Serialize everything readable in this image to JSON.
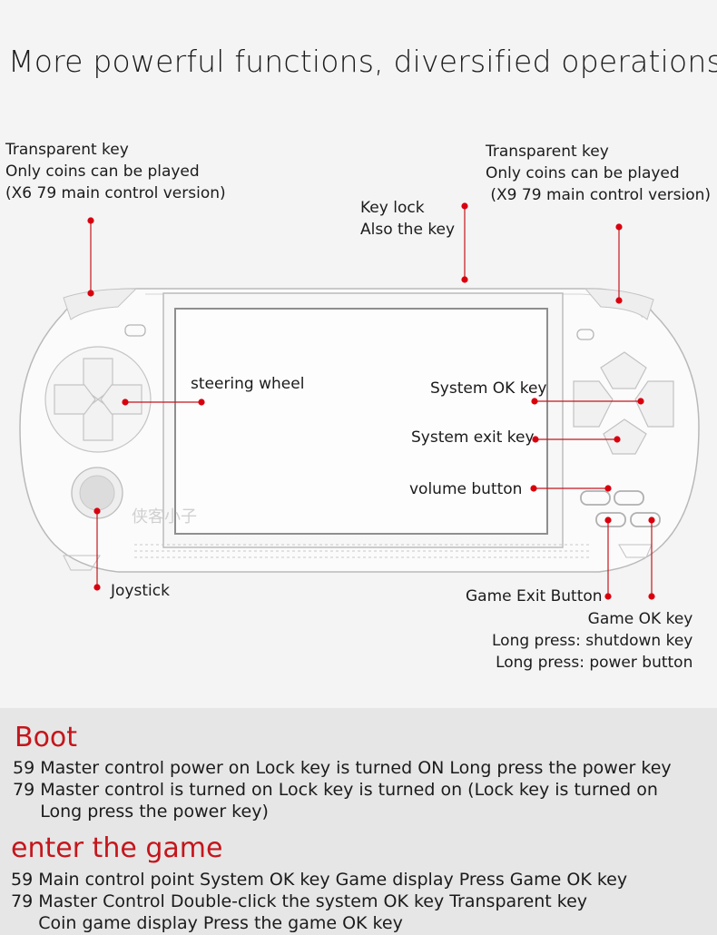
{
  "title": "More powerful functions, diversified operations",
  "labels": {
    "transparent_key_left": "Transparent key\nOnly coins can be played\n(X6 79 main control version)",
    "transparent_key_right": "Transparent key\nOnly coins can be played\n (X9 79 main control version)",
    "key_lock": "Key lock\nAlso the key",
    "steering_wheel": "steering wheel",
    "system_ok": "System OK key",
    "system_exit": "System exit key",
    "volume": "volume button",
    "joystick": "Joystick",
    "game_exit": "Game Exit Button",
    "game_ok": "Game OK key\nLong press: shutdown key\nLong press: power button"
  },
  "watermark": "侠客小子",
  "boot": {
    "heading": "Boot",
    "line1": "59 Master control power on Lock key is turned ON Long press the power key",
    "line2": "79 Master control is turned on Lock key is turned on (Lock key is turned on\n     Long press the power key)"
  },
  "enter_game": {
    "heading": "enter the game",
    "line1": "59 Main control point System OK key Game display Press Game OK key",
    "line2": "79 Master Control Double-click the system OK key Transparent key\n     Coin game display Press the game OK key"
  },
  "colors": {
    "accent": "#c4161c",
    "marker": "#d8000f",
    "leader": "#c4161c"
  }
}
